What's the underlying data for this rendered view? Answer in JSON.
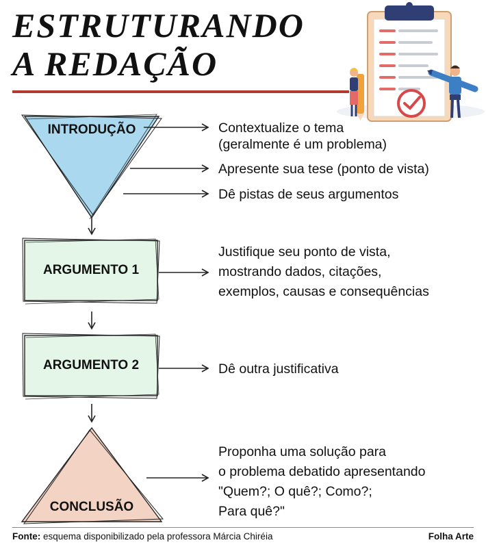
{
  "title": {
    "line1": "ESTRUTURANDO",
    "line2": "A REDAÇÃO"
  },
  "colors": {
    "accent_rule": "#b23a2e",
    "intro_fill": "#a9d8ef",
    "argument_fill": "#e3f6e7",
    "conclusion_fill": "#f3d3c3"
  },
  "illustration": {
    "icon": "clipboard-checklist-with-people-icon"
  },
  "steps": {
    "introducao": {
      "label": "INTRODUÇÃO",
      "items": [
        {
          "lines": [
            "Contextualize o tema",
            "(geralmente é um problema)"
          ]
        },
        {
          "lines": [
            "Apresente sua tese (ponto de vista)"
          ]
        },
        {
          "lines": [
            "Dê pistas de seus argumentos"
          ]
        }
      ]
    },
    "argumento1": {
      "label": "ARGUMENTO 1",
      "lines": [
        "Justifique seu ponto de vista,",
        "mostrando dados, citações,",
        "exemplos, causas e consequências"
      ]
    },
    "argumento2": {
      "label": "ARGUMENTO 2",
      "lines": [
        "Dê outra justificativa"
      ]
    },
    "conclusao": {
      "label": "CONCLUSÃO",
      "lines": [
        "Proponha uma solução para",
        "o problema debatido apresentando",
        "\"Quem?; O quê?; Como?;",
        "Para quê?\""
      ]
    }
  },
  "footer": {
    "source_label": "Fonte:",
    "source_text": "esquema disponibilizado pela professora Márcia Chiréia",
    "credit": "Folha Arte"
  }
}
